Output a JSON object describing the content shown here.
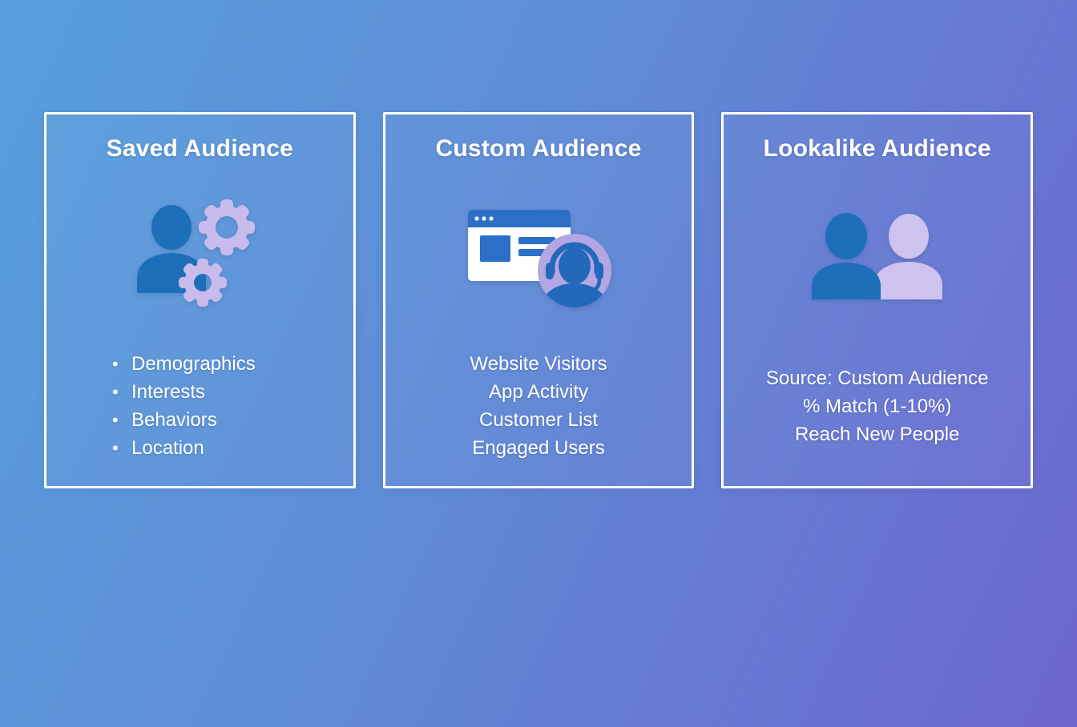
{
  "colors": {
    "bg_gradient_start": "#57a0dc",
    "bg_gradient_end": "#6d66ce",
    "card_border": "#ffffff",
    "text": "#ffffff",
    "icon_blue": "#1e6fba",
    "icon_lavender": "#c9bcec",
    "browser_blue": "#2b6fc7",
    "avatar_circle": "#b3a6e2",
    "avatar_person_blue": "#2268bb",
    "lavender_person": "#cdc3ee"
  },
  "cards": [
    {
      "title": "Saved Audience",
      "icon": "person-gears",
      "items": [
        "Demographics",
        "Interests",
        "Behaviors",
        "Location"
      ]
    },
    {
      "title": "Custom Audience",
      "icon": "browser-support-avatar",
      "items": [
        "Website Visitors",
        "App Activity",
        "Customer List",
        "Engaged Users"
      ]
    },
    {
      "title": "Lookalike Audience",
      "icon": "two-people",
      "items": [
        "Source: Custom Audience",
        "% Match (1-10%)",
        "Reach New People"
      ]
    }
  ]
}
